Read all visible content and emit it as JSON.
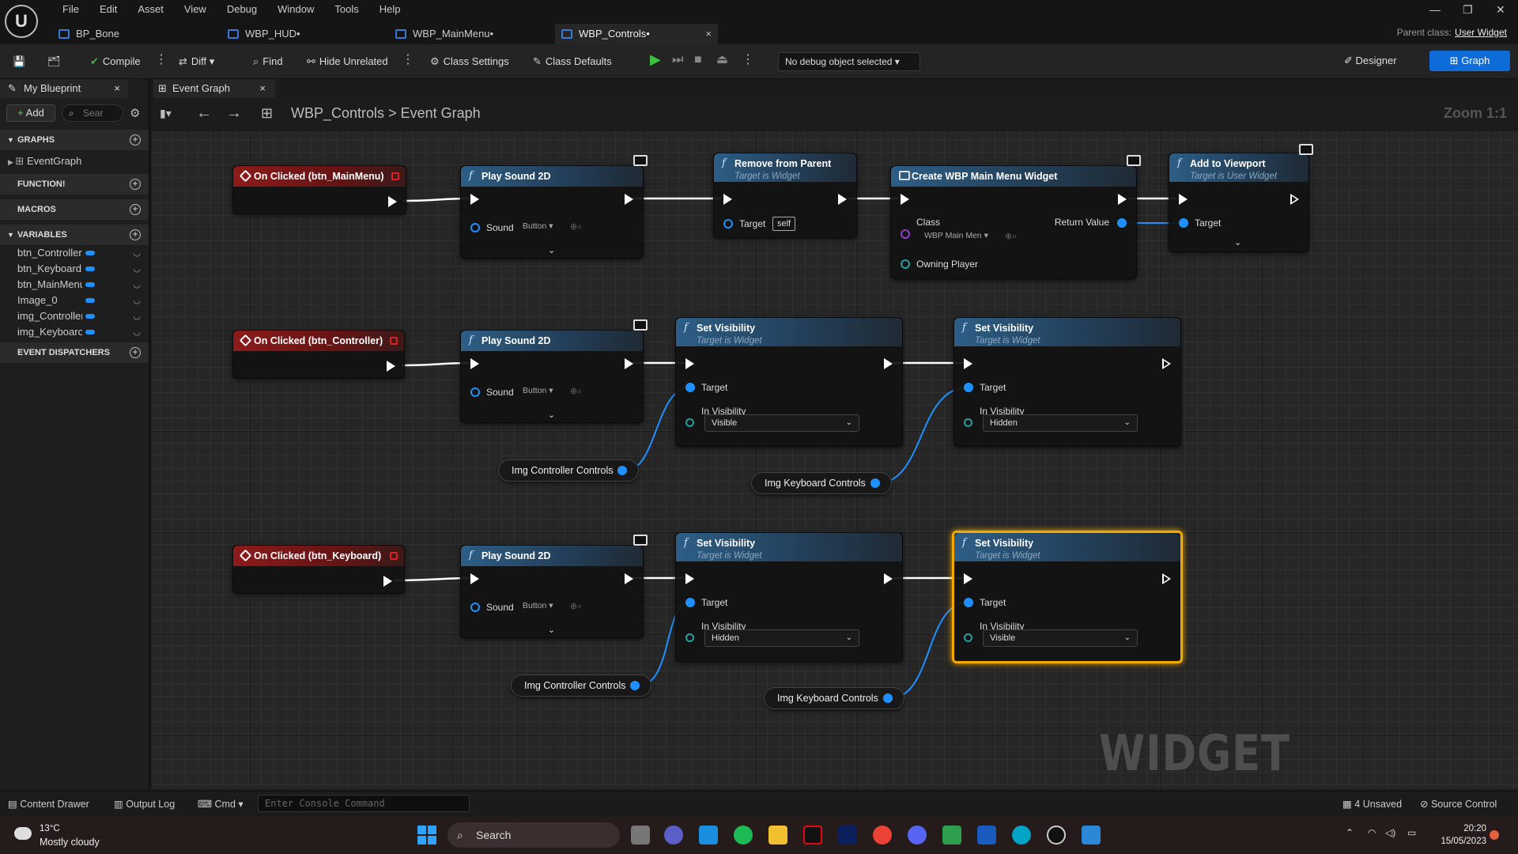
{
  "menu": [
    "File",
    "Edit",
    "Asset",
    "View",
    "Debug",
    "Window",
    "Tools",
    "Help"
  ],
  "logo": "U",
  "window_controls": {
    "minimize": "—",
    "restore": "❐",
    "close": "✕"
  },
  "tabs": [
    {
      "label": "BP_Bone",
      "active": false
    },
    {
      "label": "WBP_HUD•",
      "active": false
    },
    {
      "label": "WBP_MainMenu•",
      "active": false
    },
    {
      "label": "WBP_Controls•",
      "active": true
    }
  ],
  "tab_close": "×",
  "parent_class": {
    "label": "Parent class:",
    "value": "User Widget"
  },
  "toolbar": {
    "compile": "Compile",
    "diff": "Diff",
    "find": "Find",
    "hide_unrelated": "Hide Unrelated",
    "class_settings": "Class Settings",
    "class_defaults": "Class Defaults",
    "debug_object": "No debug object selected",
    "designer": "Designer",
    "graph": "Graph"
  },
  "left_panel": {
    "tab": "My Blueprint",
    "add": "Add",
    "search_placeholder": "Sear",
    "graphs": "GRAPHS",
    "event_graph": "EventGraph",
    "functions": "FUNCTION!",
    "macros": "MACROS",
    "variables": "VARIABLES",
    "event_dispatchers": "EVENT DISPATCHERS",
    "variable_items": [
      "btn_Controller",
      "btn_Keyboard",
      "btn_MainMenu",
      "Image_0",
      "img_Controller",
      "img_Keyboarc"
    ]
  },
  "graph_tab": "Event Graph",
  "breadcrumb": {
    "root": "WBP_Controls",
    "separator": ">",
    "current": "Event Graph"
  },
  "zoom": "Zoom 1:1",
  "nodes": {
    "ev_main": "On Clicked (btn_MainMenu)",
    "ev_ctrl": "On Clicked (btn_Controller)",
    "ev_kb": "On Clicked (btn_Keyboard)",
    "play_sound": "Play Sound 2D",
    "sound_pin": "Sound",
    "sound_value": "Button",
    "remove_parent": "Remove from Parent",
    "target_widget": "Target is Widget",
    "target_user_widget": "Target is User Widget",
    "target_pin": "Target",
    "self": "self",
    "create_widget": "Create WBP Main Menu Widget",
    "class_pin": "Class",
    "class_value": "WBP Main Men",
    "return_value": "Return Value",
    "owning_player": "Owning Player",
    "add_viewport": "Add to Viewport",
    "set_visibility": "Set Visibility",
    "in_visibility": "In Visibility",
    "visible": "Visible",
    "hidden": "Hidden",
    "img_controller": "Img Controller Controls",
    "img_keyboard": "Img Keyboard Controls"
  },
  "watermark": "WIDGET BLUEPRINT",
  "statusbar": {
    "content_drawer": "Content Drawer",
    "output_log": "Output Log",
    "cmd": "Cmd",
    "console_placeholder": "Enter Console Command",
    "unsaved": "4 Unsaved",
    "source_control": "Source Control"
  },
  "taskbar": {
    "temp": "13°C",
    "weather": "Mostly cloudy",
    "search": "Search",
    "time": "20:20",
    "date": "15/05/2023"
  },
  "colors": {
    "exec": "#ffffff",
    "object_pin": "#1e90ff",
    "class_pin": "#8e3fd0",
    "event_header": "#8c1b1b",
    "function_header": "#2d5e86",
    "selection": "#f2a900",
    "graph_button": "#0d6cd8"
  }
}
